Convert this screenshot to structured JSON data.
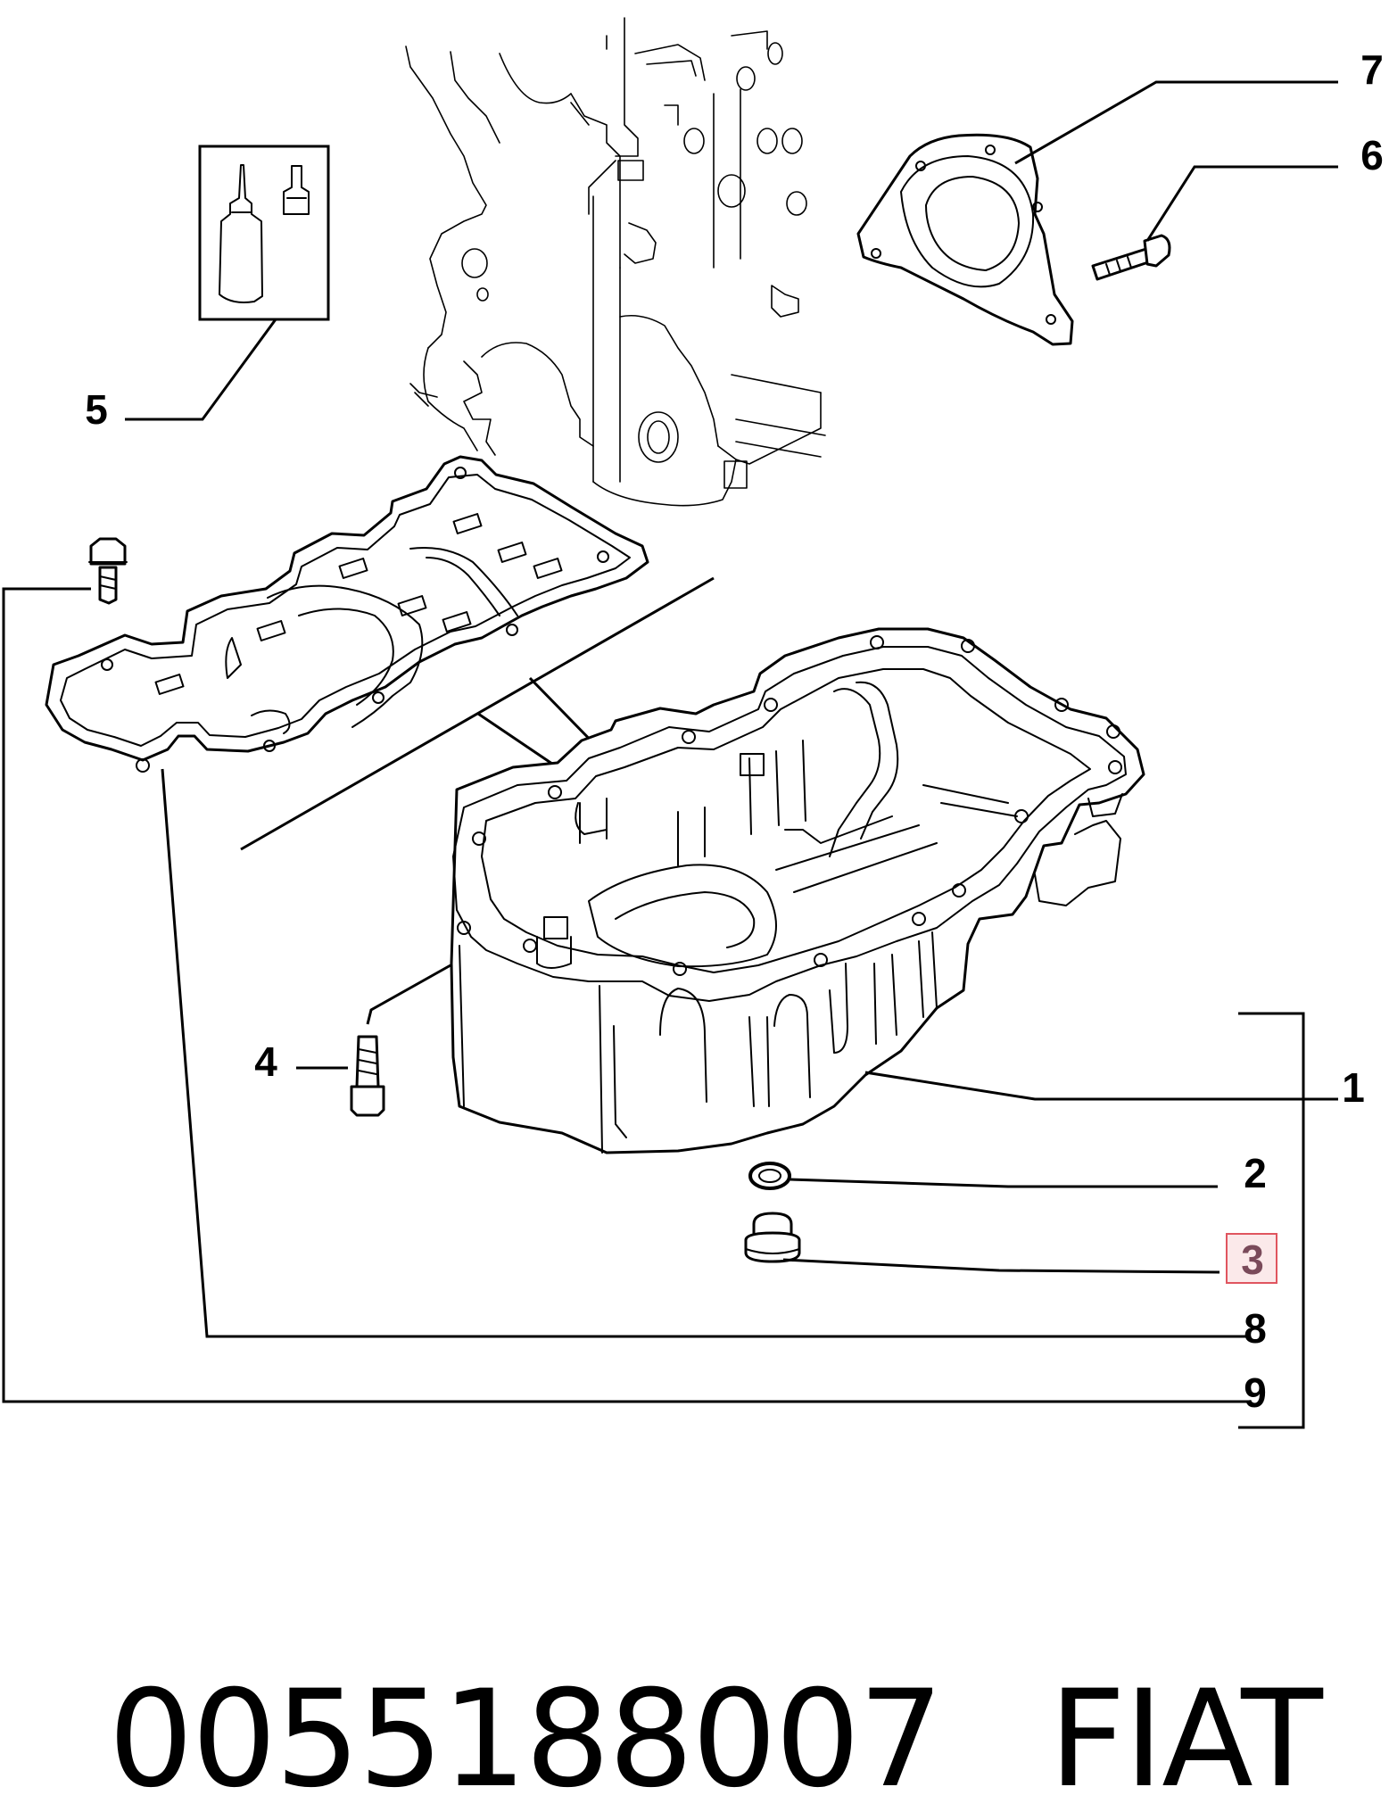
{
  "callouts": {
    "c1": "1",
    "c2": "2",
    "c3": "3",
    "c4": "4",
    "c5": "5",
    "c6": "6",
    "c7": "7",
    "c8": "8",
    "c9": "9"
  },
  "highlight": {
    "label": "3",
    "border_color": "#e0555f",
    "fill_color": "#fbe9ea"
  },
  "footer": {
    "part_number": "0055188007",
    "brand": "FIAT"
  }
}
